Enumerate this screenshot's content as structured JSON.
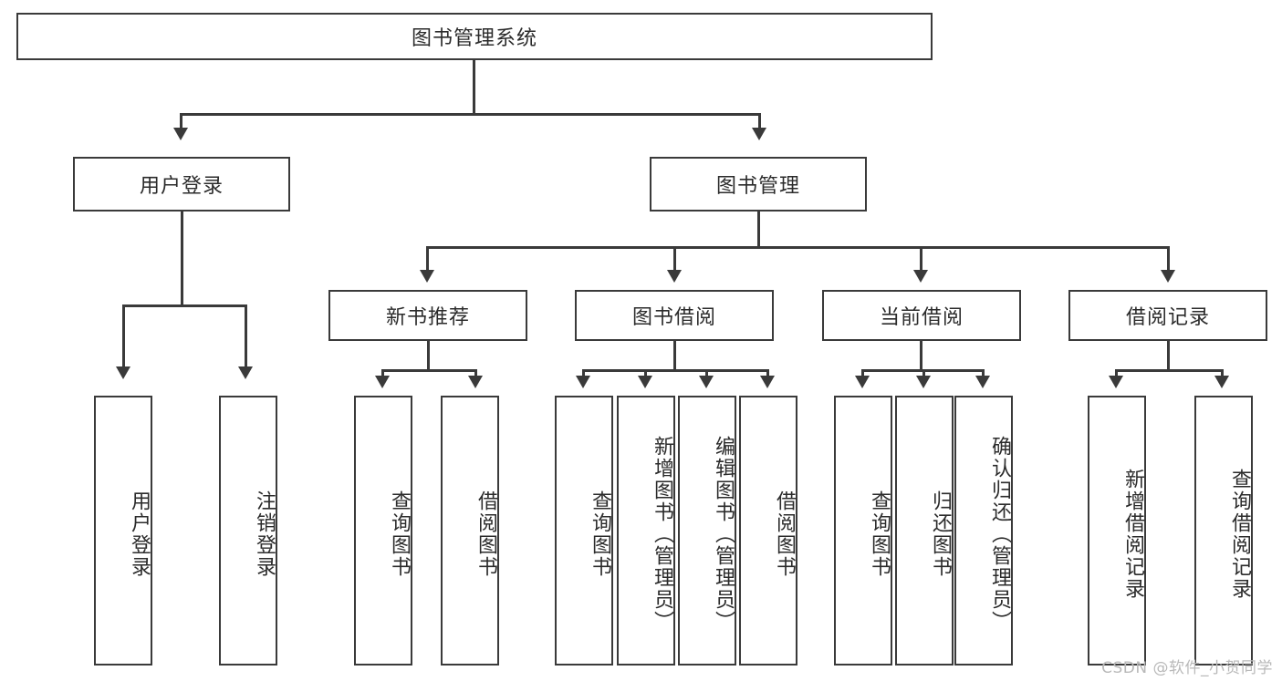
{
  "diagram": {
    "title": "图书管理系统",
    "watermark": "CSDN @软件_小贺同学",
    "level1": {
      "label": "图书管理系统"
    },
    "level2": [
      {
        "label": "用户登录"
      },
      {
        "label": "图书管理"
      }
    ],
    "level3": [
      {
        "label": "新书推荐"
      },
      {
        "label": "图书借阅"
      },
      {
        "label": "当前借阅"
      },
      {
        "label": "借阅记录"
      }
    ],
    "leaves": [
      {
        "label": "用户登录",
        "parent": "用户登录"
      },
      {
        "label": "注销登录",
        "parent": "用户登录"
      },
      {
        "label": "查询图书",
        "parent": "新书推荐"
      },
      {
        "label": "借阅图书",
        "parent": "新书推荐"
      },
      {
        "label": "查询图书",
        "parent": "图书借阅"
      },
      {
        "label": "新增图书（管理员）",
        "parent": "图书借阅"
      },
      {
        "label": "编辑图书（管理员）",
        "parent": "图书借阅"
      },
      {
        "label": "借阅图书",
        "parent": "图书借阅"
      },
      {
        "label": "查询图书",
        "parent": "当前借阅"
      },
      {
        "label": "归还图书",
        "parent": "当前借阅"
      },
      {
        "label": "确认归还（管理员）",
        "parent": "当前借阅"
      },
      {
        "label": "新增借阅记录",
        "parent": "借阅记录"
      },
      {
        "label": "查询借阅记录",
        "parent": "借阅记录"
      }
    ],
    "colors": {
      "border": "#3a3a3a",
      "text": "#2b2b2b",
      "background": "#ffffff",
      "watermark": "#b9b9b9"
    }
  }
}
